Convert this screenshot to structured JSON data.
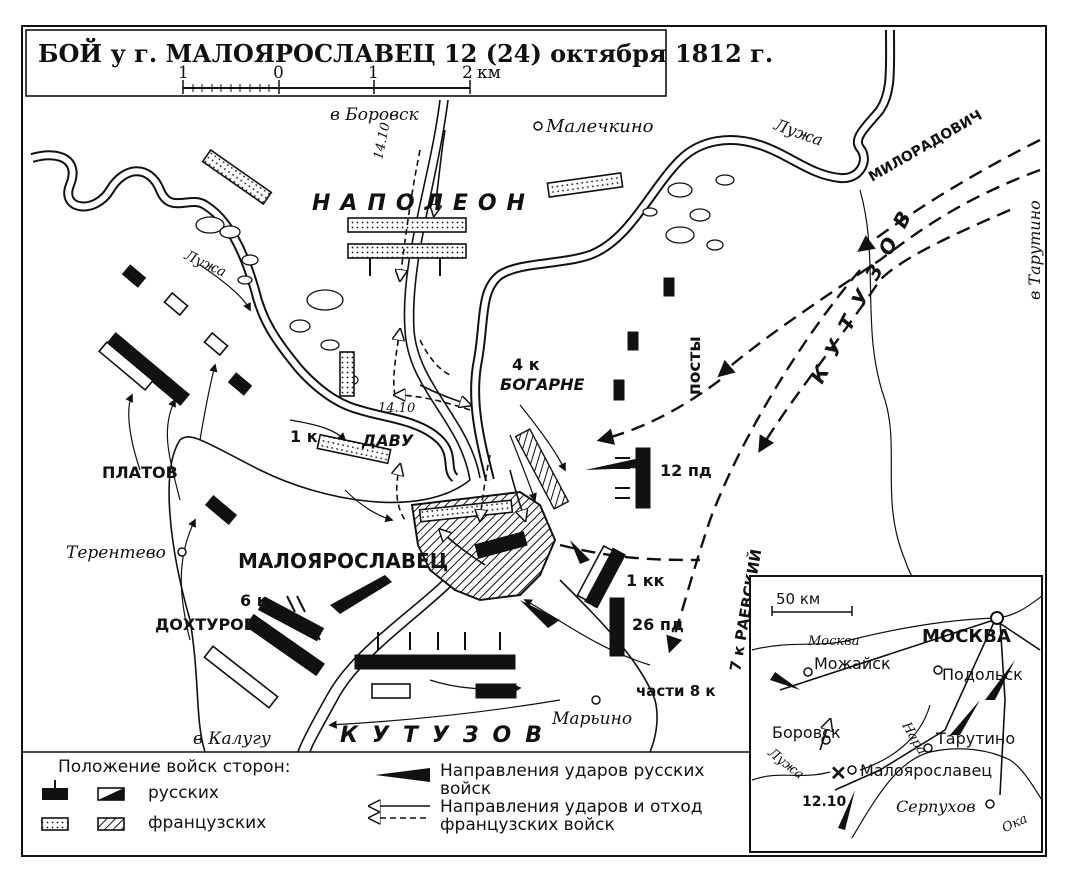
{
  "title": {
    "main": "БОЙ у г. МАЛОЯРОСЛАВЕЦ 12 (24) октября 1812 г.",
    "scale_ticks": [
      "1",
      "0",
      "1",
      "2"
    ],
    "scale_unit": "км"
  },
  "place_labels": {
    "borovsk_road": "в Боровск",
    "malechkino": "Малечкино",
    "luzha_top": "Лужа",
    "luzha_left": "Лужа",
    "tarutino_road": "в Тарутино",
    "terentevo": "Терентево",
    "maloyaroslavets": "МАЛОЯРОСЛАВЕЦ",
    "maryino": "Марьино",
    "kaluga_road": "в Калугу"
  },
  "unit_labels": {
    "napoleon": "НАПОЛЕОН",
    "miloradovich": "МИЛОРАДОВИЧ",
    "kutuzov_right": "КУТУЗОВ",
    "kutuzov_bottom": "КУТУЗОВ",
    "posty": "посты",
    "k4": "4 к",
    "bogarne": "БОГАРНЕ",
    "k1": "1 к",
    "davu": "ДАВУ",
    "platov": "ПЛАТОВ",
    "dokhturov": "ДОХТУРОВ",
    "k6": "6 к",
    "pd12": "12 пд",
    "kk1": "1 кк",
    "pd26": "26 пд",
    "raevsky": "7 к РАЕВСКИЙ",
    "chasti8": "части 8 к",
    "date_a": "14.10",
    "date_b": "14.10"
  },
  "legend": {
    "positions_title": "Положение войск сторон:",
    "russian": "русских",
    "french": "французских",
    "ru_attacks_1": "Направления ударов русских",
    "ru_attacks_2": "войск",
    "fr_attacks_1": "Направления ударов и отход",
    "fr_attacks_2": "французских войск"
  },
  "inset": {
    "scale": "50 км",
    "moskva_city": "МОСКВА",
    "moskva_river": "Москва",
    "mozhaysk": "Можайск",
    "podolsk": "Подольск",
    "borovsk": "Боровск",
    "nara": "Нара",
    "tarutino": "Тарутино",
    "luzha": "Лужа",
    "maloyaroslavets": "Малоярославец",
    "date": "12.10",
    "serpukhov": "Серпухов",
    "oka": "Ока"
  }
}
